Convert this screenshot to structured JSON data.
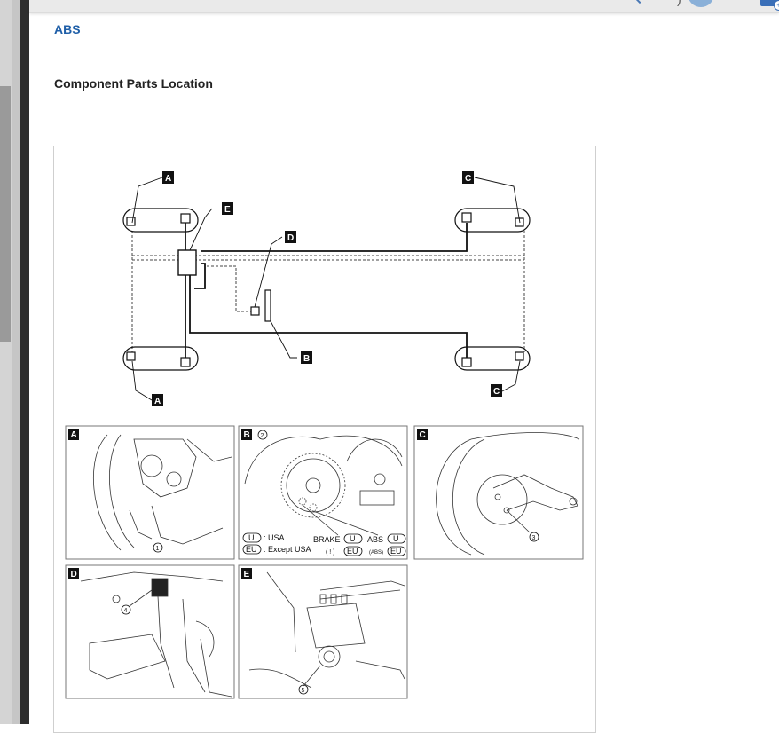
{
  "header": {
    "doc_link": "ABS",
    "section_title": "Component Parts Location"
  },
  "figure": {
    "callouts": [
      "A",
      "A",
      "B",
      "C",
      "C",
      "D",
      "E"
    ],
    "panels": [
      {
        "letter": "A",
        "number": "1"
      },
      {
        "letter": "B",
        "number": "2"
      },
      {
        "letter": "C",
        "number": "3"
      },
      {
        "letter": "D",
        "number": "4"
      },
      {
        "letter": "E",
        "number": "5"
      }
    ],
    "legend": {
      "u_badge": "U",
      "u_text": ": USA",
      "eu_badge": "EU",
      "eu_text": ": Except USA",
      "brake_label": "BRAKE",
      "abs_label": "ABS",
      "brake_icon": "( ! )",
      "abs_icon": "(ABS)"
    }
  }
}
